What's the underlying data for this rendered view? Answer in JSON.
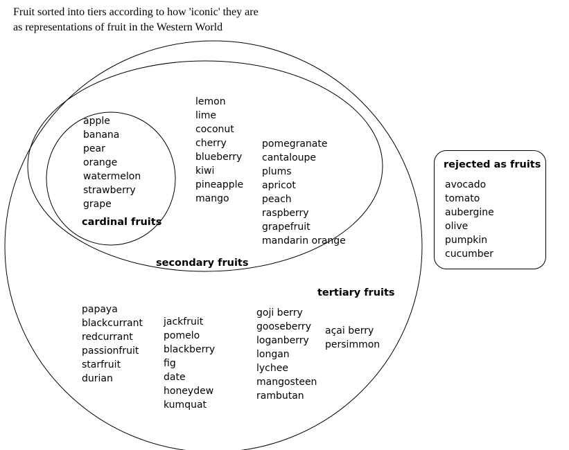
{
  "title": {
    "line1": "Fruit sorted into tiers according to how 'iconic' they are",
    "line2": "as representations of fruit in the Western World"
  },
  "cardinal": {
    "label": "cardinal fruits",
    "items": [
      "apple",
      "banana",
      "pear",
      "orange",
      "watermelon",
      "strawberry",
      "grape"
    ]
  },
  "secondary": {
    "label": "secondary fruits",
    "column1": [
      "lemon",
      "lime",
      "coconut",
      "cherry",
      "blueberry",
      "kiwi",
      "pineapple",
      "mango"
    ],
    "column2": [
      "pomegranate",
      "cantaloupe",
      "plums",
      "apricot",
      "peach",
      "raspberry",
      "grapefruit",
      "mandarin orange"
    ]
  },
  "tertiary": {
    "label": "tertiary fruits",
    "column1": [
      "papaya",
      "blackcurrant",
      "redcurrant",
      "passionfruit",
      "starfruit",
      "durian"
    ],
    "column2": [
      "jackfruit",
      "pomelo",
      "blackberry",
      "fig",
      "date",
      "honeydew",
      "kumquat"
    ],
    "column3": [
      "goji berry",
      "gooseberry",
      "loganberry",
      "longan",
      "lychee",
      "mangosteen",
      "rambutan"
    ],
    "column4": [
      "açai berry",
      "persimmon"
    ]
  },
  "rejected": {
    "label": "rejected as fruits",
    "items": [
      "avocado",
      "tomato",
      "aubergine",
      "olive",
      "pumpkin",
      "cucumber"
    ]
  }
}
